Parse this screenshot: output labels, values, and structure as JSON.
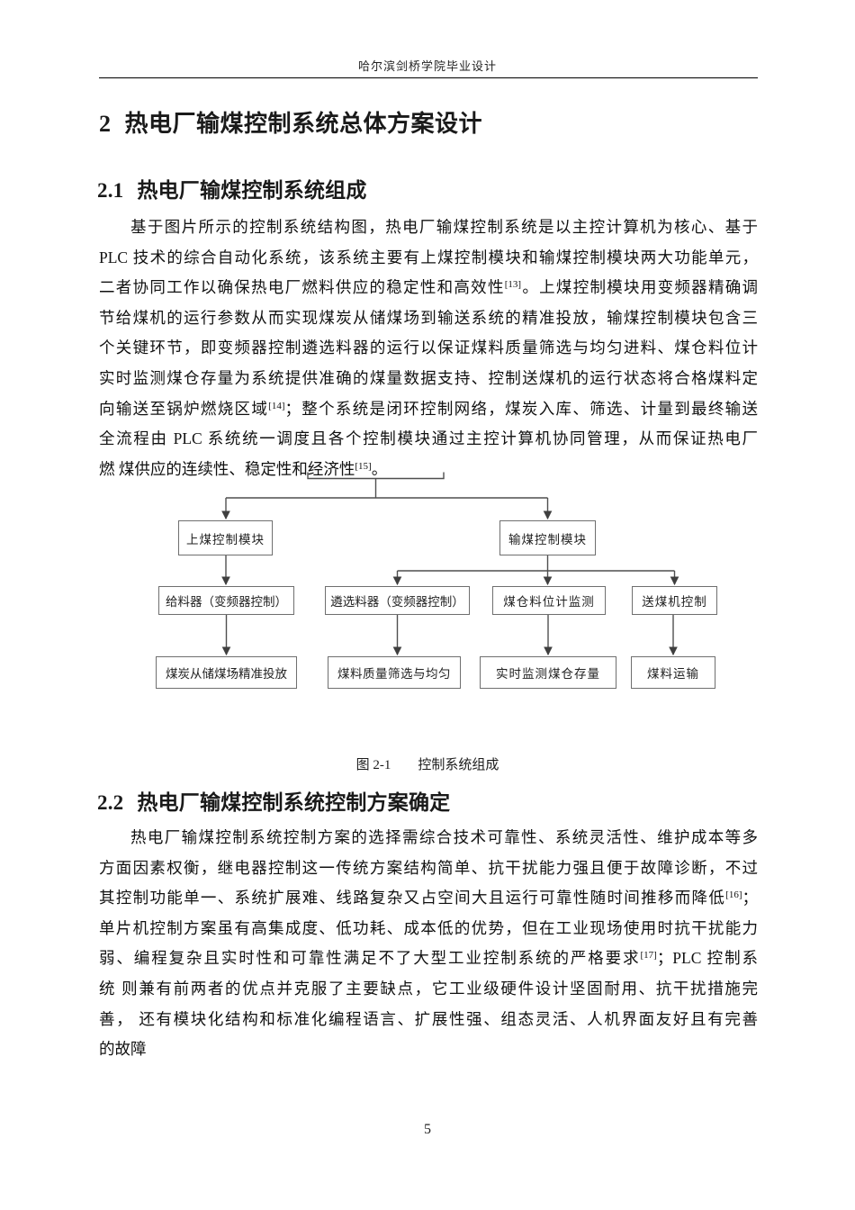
{
  "page_header": {
    "text": "哈尔滨剑桥学院毕业设计"
  },
  "chapter_heading": {
    "number": "2",
    "title": "热电厂输煤控制系统总体方案设计"
  },
  "section_2_1": {
    "number": "2.1",
    "title": "热电厂输煤控制系统组成",
    "paragraph_lines": [
      "基于图片所示的控制系统结构图，热电厂输煤控制系统是以主控计算机为核心、基于",
      "PLC 技术的综合自动化系统，该系统主要有上煤控制模块和输煤控制模块两大功能单元，",
      "二者协同工作以确保热电厂燃料供应的稳定性和高效性[13]。上煤控制模块用变频器精确调",
      "节给煤机的运行参数从而实现煤炭从储煤场到输送系统的精准投放，输煤控制模块包含三",
      "个关键环节，即变频器控制遴选料器的运行以保证煤料质量筛选与均匀进料、煤仓料位计",
      "实时监测煤仓存量为系统提供准确的煤量数据支持、控制送煤机的运行状态将合格煤料定",
      "向输送至锅炉燃烧区域[14]；整个系统是闭环控制网络，煤炭入库、筛选、计量到最终输送",
      "全流程由 PLC 系统统一调度且各个控制模块通过主控计算机协同管理，从而保证热电厂",
      "燃 煤供应的连续性、稳定性和经济性[15]。"
    ]
  },
  "figure_2_1": {
    "caption_label": "图 2-1",
    "caption_title": "控制系统组成",
    "nodes": {
      "shangmei": "上煤控制模块",
      "shumei": "输煤控制模块",
      "geiliaoqi": "给料器（变频器控制）",
      "linxuan": "遴选料器（变频器控制）",
      "meicang": "煤仓料位计监测",
      "songmeiji": "送煤机控制",
      "meitan": "煤炭从储煤场精准投放",
      "zhiliang": "煤料质量筛选与均匀",
      "shishi": "实时监测煤仓存量",
      "yunshu": "煤料运输"
    },
    "hierarchy": [
      {
        "parent": "root",
        "children": [
          "上煤控制模块",
          "输煤控制模块"
        ]
      },
      {
        "parent": "上煤控制模块",
        "children": [
          "给料器（变频器控制）"
        ]
      },
      {
        "parent": "给料器（变频器控制）",
        "children": [
          "煤炭从储煤场精准投放"
        ]
      },
      {
        "parent": "输煤控制模块",
        "children": [
          "遴选料器（变频器控制）",
          "煤仓料位计监测",
          "送煤机控制"
        ]
      },
      {
        "parent": "遴选料器（变频器控制）",
        "children": [
          "煤料质量筛选与均匀"
        ]
      },
      {
        "parent": "煤仓料位计监测",
        "children": [
          "实时监测煤仓存量"
        ]
      },
      {
        "parent": "送煤机控制",
        "children": [
          "煤料运输"
        ]
      }
    ]
  },
  "section_2_2": {
    "number": "2.2",
    "title": "热电厂输煤控制系统控制方案确定",
    "paragraph_lines": [
      "热电厂输煤控制系统控制方案的选择需综合技术可靠性、系统灵活性、维护成本等多",
      "方面因素权衡，继电器控制这一传统方案结构简单、抗干扰能力强且便于故障诊断，不过",
      "其控制功能单一、系统扩展难、线路复杂又占空间大且运行可靠性随时间推移而降低[16]；",
      "单片机控制方案虽有高集成度、低功耗、成本低的优势，但在工业现场使用时抗干扰能力",
      "弱、编程复杂且实时性和可靠性满足不了大型工业控制系统的严格要求[17]；PLC 控制系",
      "统 则兼有前两者的优点并克服了主要缺点，它工业级硬件设计坚固耐用、抗干扰措施完",
      "善， 还有模块化结构和标准化编程语言、扩展性强、组态灵活、人机界面友好且有完善",
      "的故障"
    ]
  },
  "page_footer": {
    "page_number": "5"
  },
  "colors": {
    "text": "#1a1a1a",
    "diagram_line": "#4f4f4f",
    "box_border": "#6f6f6f"
  }
}
